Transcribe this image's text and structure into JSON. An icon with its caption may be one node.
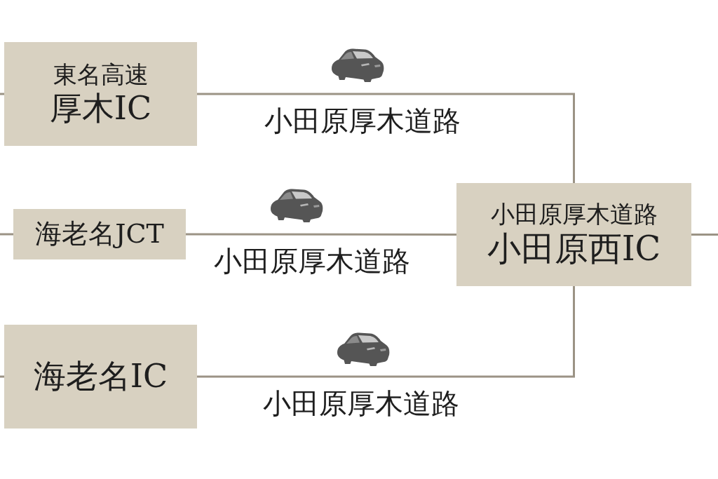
{
  "diagram": {
    "nodes": [
      {
        "text": [
          "東名高速",
          "厚木IC"
        ]
      },
      {
        "text": [
          "海老名JCT"
        ]
      },
      {
        "text": [
          "海老名IC"
        ]
      },
      {
        "text": [
          "小田原厚木道路",
          "小田原西IC"
        ]
      }
    ],
    "edges": [
      {
        "from": 0,
        "to": 3,
        "arrow": "none",
        "label": "小田原厚木道路"
      },
      {
        "from": 1,
        "to": 3,
        "arrow": "none",
        "label": "小田原厚木道路"
      },
      {
        "from": 2,
        "to": 3,
        "arrow": "none",
        "label": "小田原厚木道路"
      },
      {
        "from": null,
        "to": 0,
        "arrow": "none"
      },
      {
        "from": null,
        "to": 1,
        "arrow": "none"
      },
      {
        "from": null,
        "to": 2,
        "arrow": "none"
      },
      {
        "from": 3,
        "to": null,
        "arrow": "none"
      }
    ]
  }
}
